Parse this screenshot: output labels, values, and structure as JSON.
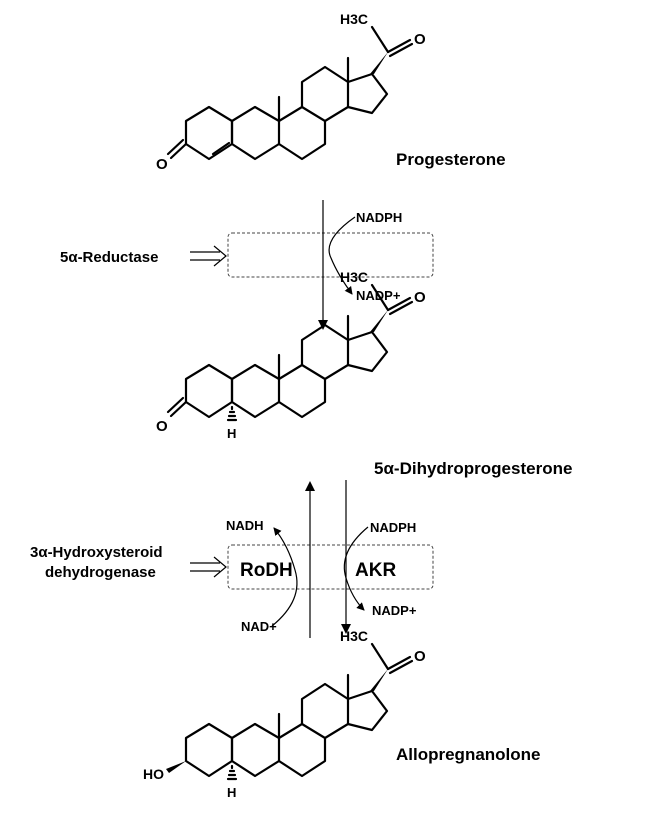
{
  "molecules": [
    {
      "name": "Progesterone",
      "methyl_label": "H3C",
      "carbonyl_label": "O",
      "ketone_label": "O"
    },
    {
      "name": "5α-Dihydroprogesterone",
      "methyl_label": "H3C",
      "carbonyl_label": "O",
      "ketone_label": "O",
      "stereo_h_label": "H"
    },
    {
      "name": "Allopregnanolone",
      "methyl_label": "H3C",
      "carbonyl_label": "O",
      "hydroxyl_label": "HO",
      "stereo_h_label": "H"
    }
  ],
  "step1": {
    "enzyme": "5α-Reductase",
    "cofactor_in": "NADPH",
    "cofactor_out": "NADP+"
  },
  "step2": {
    "enzyme_line1": "3α-Hydroxysteroid",
    "enzyme_line2": "dehydrogenase",
    "left_box": "RoDH",
    "right_box": "AKR",
    "left_cofactor_top": "NADH",
    "left_cofactor_bottom": "NAD+",
    "right_cofactor_top": "NADPH",
    "right_cofactor_bottom": "NADP+"
  }
}
